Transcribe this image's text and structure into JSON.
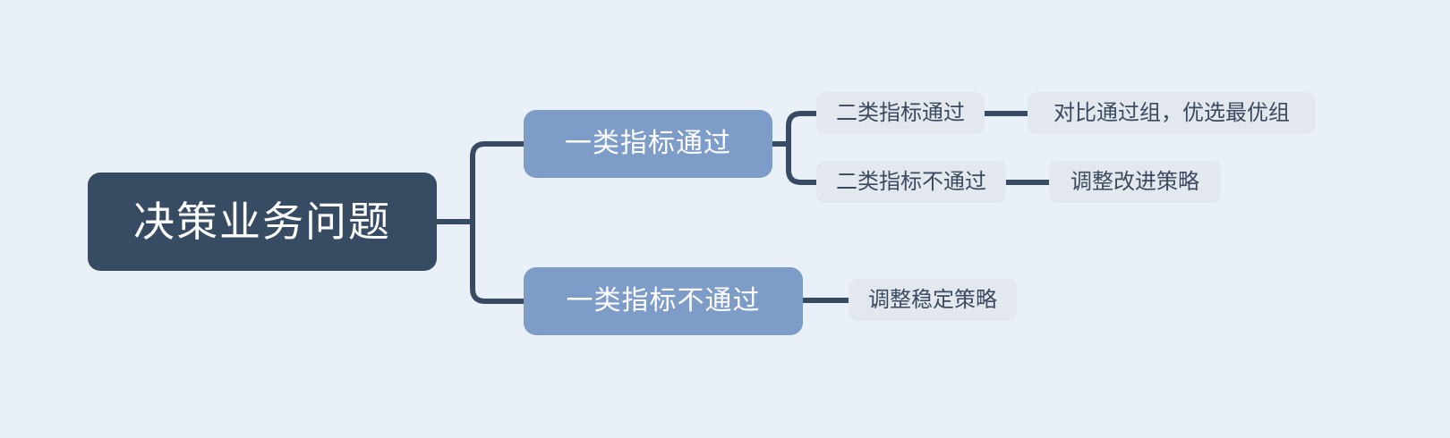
{
  "diagram": {
    "type": "mind-map",
    "background_color": "#eaf0f8",
    "connector_color": "#374b63",
    "root": {
      "label": "决策业务问题",
      "fill": "#374b63",
      "text_color": "#ffffff"
    },
    "branches": [
      {
        "label": "一类指标通过",
        "fill": "#7e9cc8",
        "text_color": "#ffffff",
        "children": [
          {
            "label": "二类指标通过",
            "fill": "#e3e8ef",
            "text_color": "#3b4a5e",
            "children": [
              {
                "label": "对比通过组，优选最优组",
                "fill": "#e3e8ef",
                "text_color": "#3b4a5e"
              }
            ]
          },
          {
            "label": "二类指标不通过",
            "fill": "#e3e8ef",
            "text_color": "#3b4a5e",
            "children": [
              {
                "label": "调整改进策略",
                "fill": "#e3e8ef",
                "text_color": "#3b4a5e"
              }
            ]
          }
        ]
      },
      {
        "label": "一类指标不通过",
        "fill": "#7e9cc8",
        "text_color": "#ffffff",
        "children": [
          {
            "label": "调整稳定策略",
            "fill": "#e3e8ef",
            "text_color": "#3b4a5e"
          }
        ]
      }
    ]
  }
}
